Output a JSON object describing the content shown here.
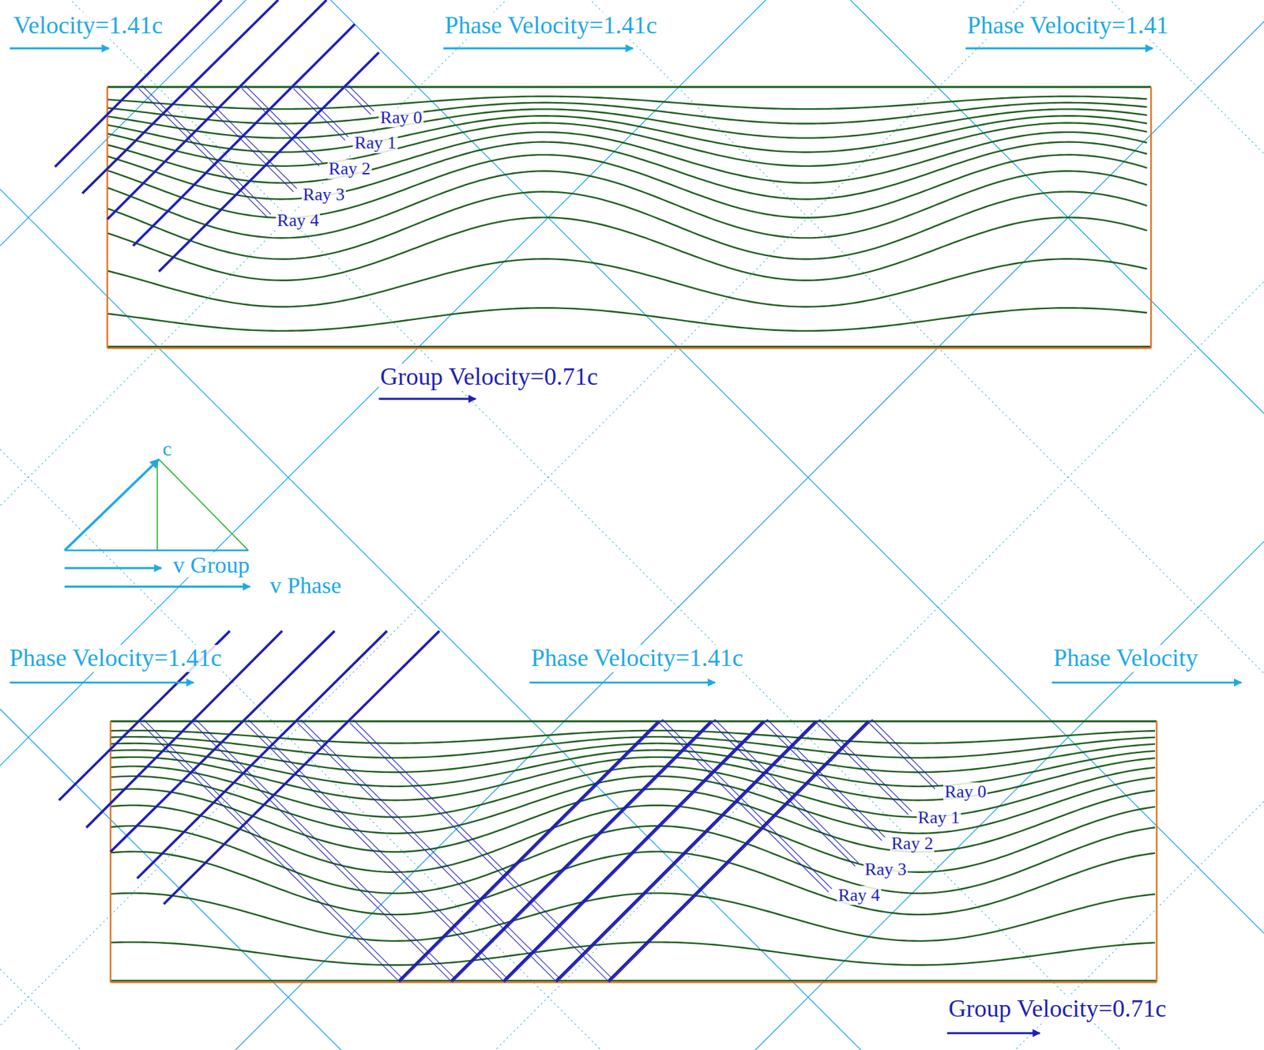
{
  "diagram": {
    "labels": [
      "Velocity=1.41c",
      "Phase Velocity=1.41c",
      "Phase Velocity=1.41",
      "Ray 0",
      "Ray 1",
      "Ray 2",
      "Ray 3",
      "Ray 4",
      "Group Velocity=0.71c",
      "c",
      "v Group",
      "v Phase",
      "Phase Velocity=1.41c",
      "Phase Velocity=1.41c",
      "Phase Velocity",
      "Ray 0",
      "Ray 1",
      "Ray 2",
      "Ray 3",
      "Ray 4",
      "Group Velocity=0.71c"
    ]
  }
}
